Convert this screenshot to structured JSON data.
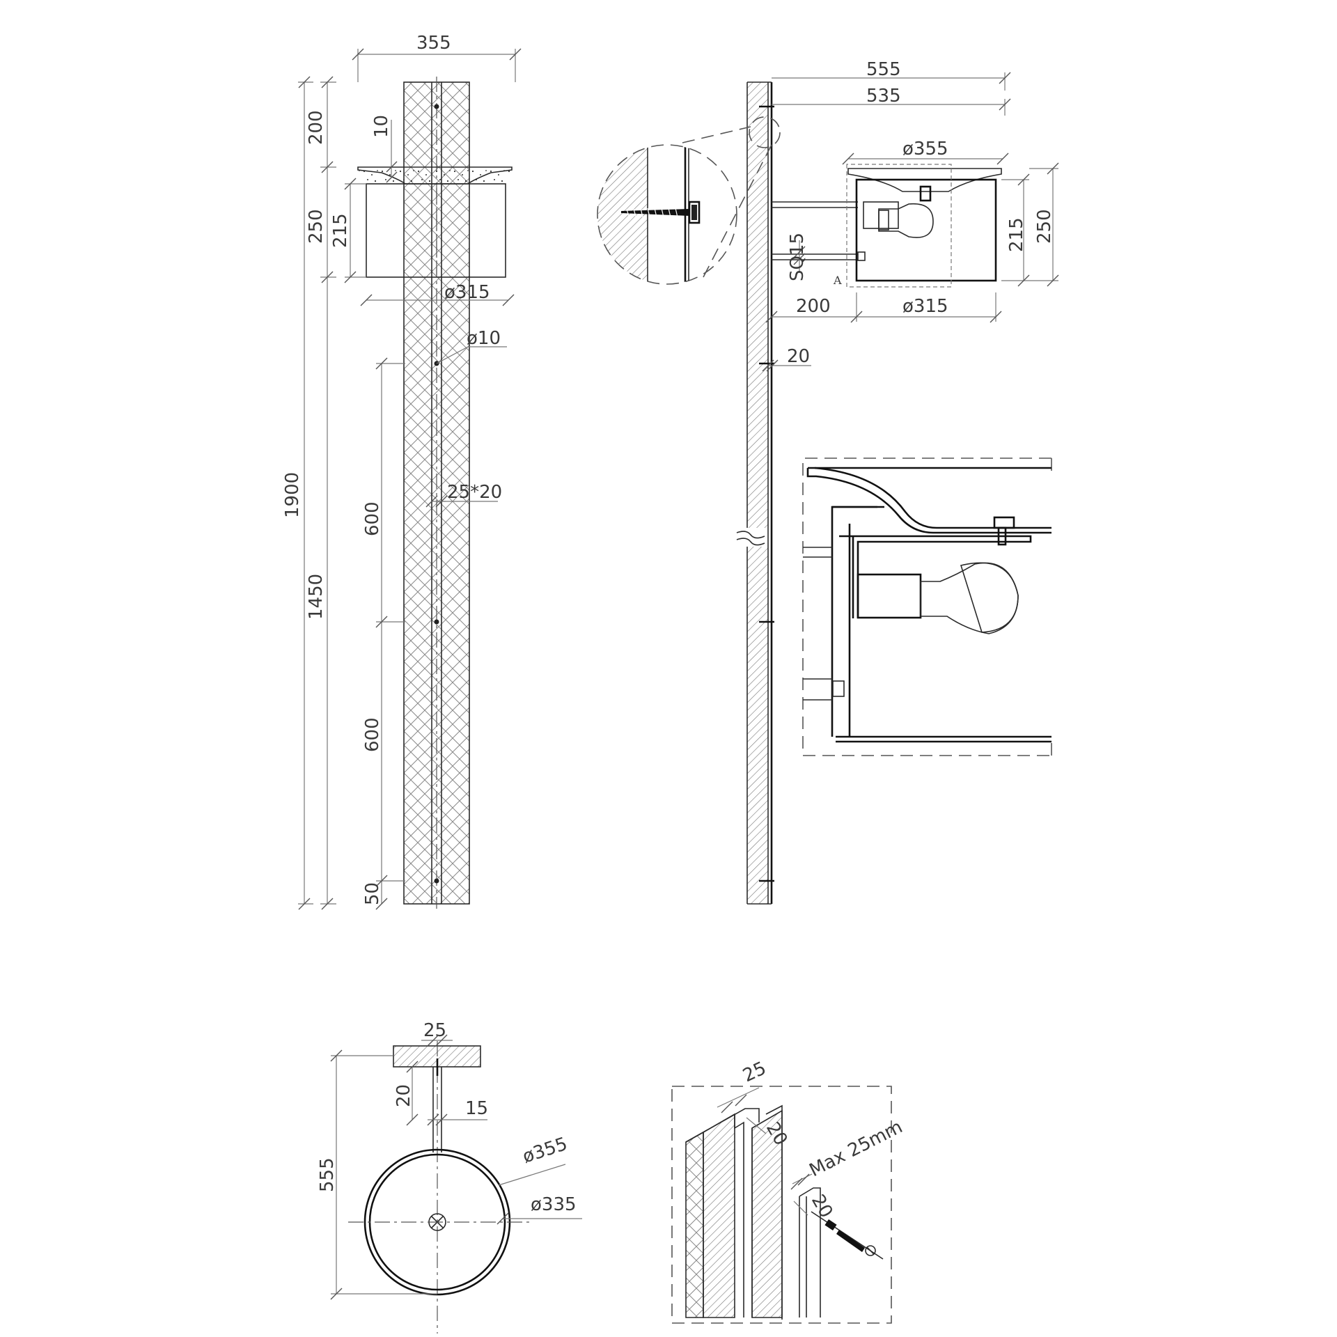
{
  "front": {
    "width_top": "355",
    "h_200": "200",
    "h_10": "10",
    "h_250": "250",
    "h_215": "215",
    "d_315": "ø315",
    "d_10": "ø10",
    "profile": "25*20",
    "h_1900": "1900",
    "h_1450": "1450",
    "h_600a": "600",
    "h_600b": "600",
    "h_50": "50"
  },
  "side": {
    "w_555": "555",
    "w_535": "535",
    "d_355": "ø355",
    "h_215": "215",
    "h_250": "250",
    "s_015": "SQ15",
    "w_200": "200",
    "d_315": "ø315",
    "gap_20": "20",
    "marker": "A"
  },
  "plan": {
    "w_25": "25",
    "h_20": "20",
    "w_15": "15",
    "h_555": "555",
    "d_355": "ø355",
    "d_335": "ø335"
  },
  "detail": {
    "w_25": "25",
    "w_20": "20",
    "max": "Max 25mm",
    "w_20b": "20"
  }
}
